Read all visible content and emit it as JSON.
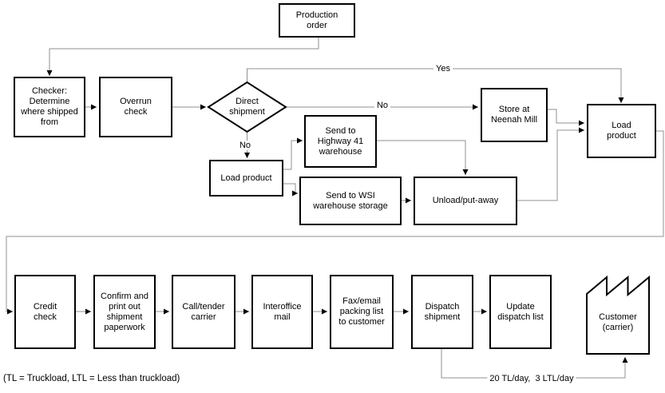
{
  "nodes": {
    "production_order": "Production\norder",
    "checker": "Checker:\nDetermine\nwhere shipped\nfrom",
    "overrun_check": "Overrun\ncheck",
    "direct_shipment": "Direct\nshipment",
    "store_at_neenah_mill": "Store at\nNeenah Mill",
    "load_product_right": "Load\nproduct",
    "send_to_highway_41": "Send to\nHighway 41\nwarehouse",
    "load_product_left": "Load product",
    "send_to_wsi": "Send to WSI\nwarehouse storage",
    "unload_put_away": "Unload/put-away",
    "credit_check": "Credit\ncheck",
    "confirm_paperwork": "Confirm and\nprint out\nshipment\npaperwork",
    "call_tender_carrier": "Call/tender\ncarrier",
    "interoffice_mail": "Interoffice\nmail",
    "fax_email_packing_list": "Fax/email\npacking list\nto customer",
    "dispatch_shipment": "Dispatch\nshipment",
    "update_dispatch_list": "Update\ndispatch list",
    "customer_carrier": "Customer\n(carrier)"
  },
  "edge_labels": {
    "yes": "Yes",
    "no_to_store": "No",
    "no_to_load": "No",
    "dispatch_rate": "20 TL/day,  3 LTL/day"
  },
  "footnote": "(TL = Truckload, LTL = Less than truckload)",
  "edges": [
    {
      "from": "production_order",
      "to": "checker"
    },
    {
      "from": "checker",
      "to": "overrun_check"
    },
    {
      "from": "overrun_check",
      "to": "direct_shipment"
    },
    {
      "from": "direct_shipment",
      "to": "load_product_right",
      "label": "Yes"
    },
    {
      "from": "direct_shipment",
      "to": "store_at_neenah_mill",
      "label": "No"
    },
    {
      "from": "direct_shipment",
      "to": "load_product_left",
      "label": "No"
    },
    {
      "from": "load_product_left",
      "to": "send_to_highway_41"
    },
    {
      "from": "load_product_left",
      "to": "send_to_wsi"
    },
    {
      "from": "send_to_highway_41",
      "to": "unload_put_away"
    },
    {
      "from": "send_to_wsi",
      "to": "unload_put_away"
    },
    {
      "from": "unload_put_away",
      "to": "load_product_right"
    },
    {
      "from": "store_at_neenah_mill",
      "to": "load_product_right"
    },
    {
      "from": "load_product_right",
      "to": "credit_check"
    },
    {
      "from": "credit_check",
      "to": "confirm_paperwork"
    },
    {
      "from": "confirm_paperwork",
      "to": "call_tender_carrier"
    },
    {
      "from": "call_tender_carrier",
      "to": "interoffice_mail"
    },
    {
      "from": "interoffice_mail",
      "to": "fax_email_packing_list"
    },
    {
      "from": "fax_email_packing_list",
      "to": "dispatch_shipment"
    },
    {
      "from": "dispatch_shipment",
      "to": "update_dispatch_list"
    },
    {
      "from": "dispatch_shipment",
      "to": "customer_carrier",
      "label": "20 TL/day,  3 LTL/day"
    }
  ],
  "colors": {
    "connector_line": "#909090",
    "shape_border": "#000000",
    "arrowhead": "#000000",
    "background": "#ffffff"
  }
}
